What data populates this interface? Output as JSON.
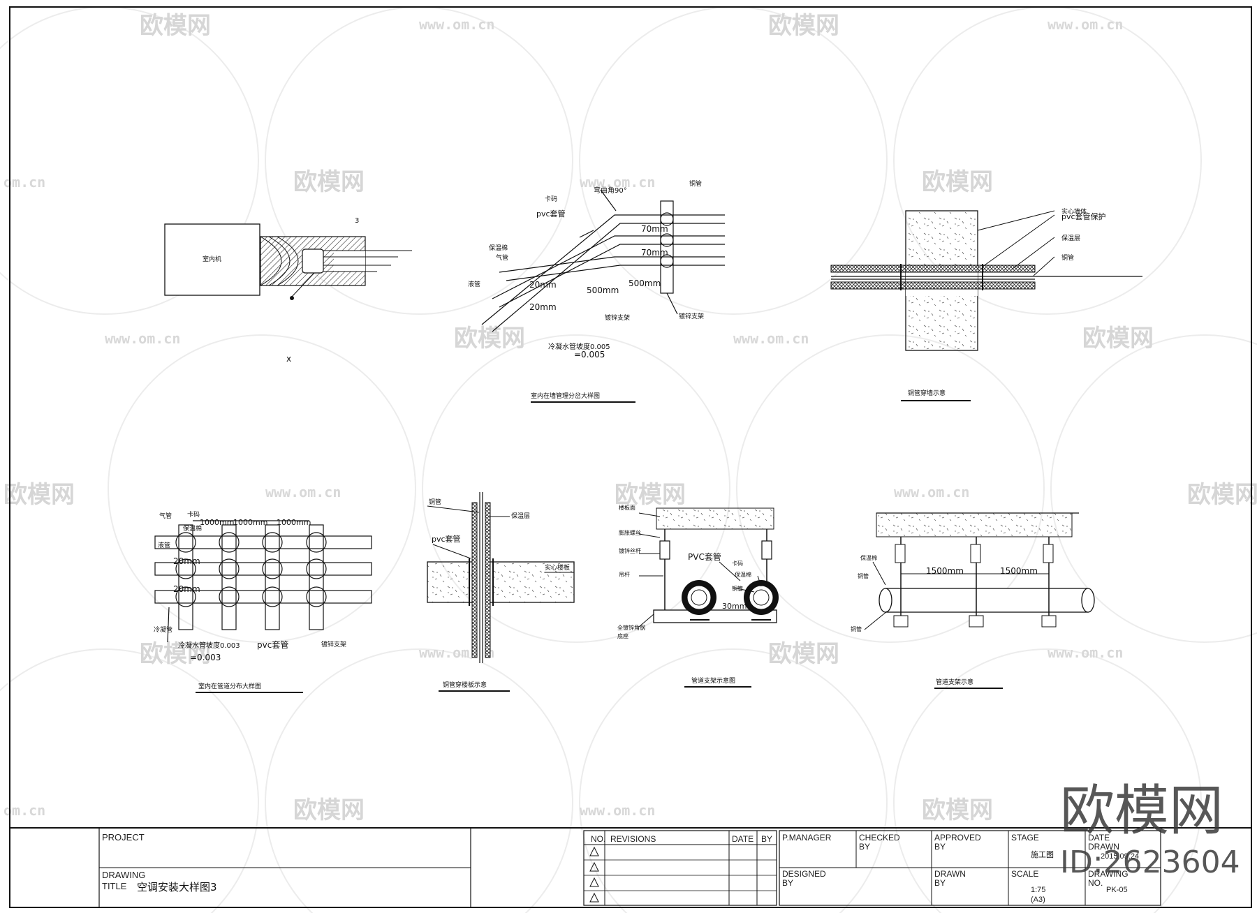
{
  "detail_1": {
    "unit_label": "室内机",
    "dim_3": "3",
    "dim_x": "x"
  },
  "detail_2": {
    "title": "室内在墙管理分岔大样图",
    "labels": {
      "bend": "弯曲角90°",
      "clip": "卡码",
      "pipe": "铜管",
      "pvc": "pvc套管",
      "insulation": "保温棉",
      "gas_pipe": "气管",
      "liquid_pipe": "液管",
      "ladder": "镀锌支架",
      "slope": "冷凝水管坡度0.005",
      "slope_val": "=0.005",
      "bracket": "镀锌支架"
    },
    "dims": {
      "d70a": "70mm",
      "d70b": "70mm",
      "d20a": "20mm",
      "d20b": "20mm",
      "d500a": "500mm",
      "d500b": "500mm"
    }
  },
  "detail_3": {
    "title": "铜管穿墙示意",
    "labels": {
      "wall": "实心墙体",
      "pvc": "pvc套管保护",
      "insulation": "保温层",
      "pipe": "铜管"
    }
  },
  "detail_4": {
    "title": "室内在管道分布大样图",
    "labels": {
      "clip": "卡码",
      "gas": "气管",
      "insulation": "保温棉",
      "liquid": "液管",
      "drain": "冷凝管",
      "slope": "冷凝水管坡度0.003",
      "slope_val": "=0.003",
      "pvc": "pvc套管",
      "bracket": "镀锌支架"
    },
    "dims": {
      "d1000a": "1000mm",
      "d1000b": "1000mm",
      "d1000c": "1000mm",
      "d20a": "20mm",
      "d20b": "20mm"
    }
  },
  "detail_5": {
    "title": "铜管穿楼板示意",
    "labels": {
      "pipe": "铜管",
      "pvc": "pvc套管",
      "insulation": "保温层",
      "floor": "实心楼板"
    }
  },
  "detail_6": {
    "title": "管道支架示意图",
    "labels": {
      "slab": "楼板面",
      "anchor": "膨胀螺丝",
      "rod": "镀锌丝杆",
      "hanger": "吊杆",
      "pvc": "PVC套管",
      "clip": "卡码",
      "insulation": "保温棉",
      "pipe": "铜管",
      "support": "全镀锌角钢",
      "base": "底座"
    },
    "dims": {
      "d30": "30mm"
    }
  },
  "detail_7": {
    "title": "管道支架示意",
    "labels": {
      "insulation": "保温棉",
      "pipe": "铜管",
      "ground": "铜管"
    },
    "dims": {
      "d1500a": "1500mm",
      "d1500b": "1500mm"
    }
  },
  "title_block": {
    "project_label": "PROJECT",
    "drawing_label": "DRAWING",
    "title_label": "TITLE",
    "drawing_title": "空调安装大样图3",
    "rev_no": "NO.",
    "rev_label": "REVISIONS",
    "date_label": "DATE",
    "by_label": "BY",
    "pmanager": "P.MANAGER",
    "checked": "CHECKED",
    "checked_by": "BY",
    "approved": "APPROVED",
    "approved_by": "BY",
    "designed": "DESIGNED",
    "designed_by": "BY",
    "drawn": "DRAWN",
    "drawn_by": "BY",
    "stage_label": "STAGE",
    "stage_value": "施工图",
    "date2_label": "DATE",
    "drawn2_label": "DRAWN",
    "date_value": "2015.09.24",
    "scale_label": "SCALE",
    "scale_value": "1:75",
    "scale_sheet": "(A3)",
    "drawing_no_label": "DRAWING",
    "drawing_no_sub": "NO.",
    "drawing_no": "PK-05"
  },
  "watermark": {
    "brand": "欧模网",
    "url": "www.om.cn",
    "url_short": "om.cn",
    "id": "ID:2623604"
  }
}
